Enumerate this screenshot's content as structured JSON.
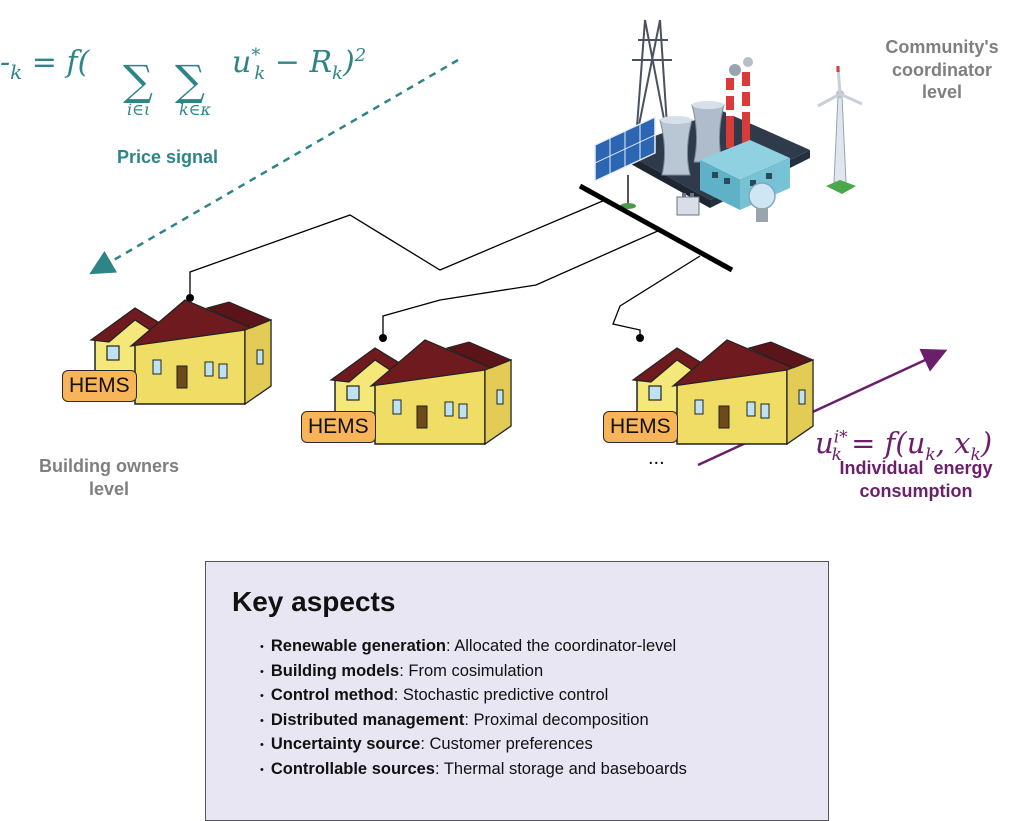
{
  "price": {
    "formula": "-ₖ = f(∑ ∑ u*ₖ − Rₖ)²",
    "sub_i": "i∈ι",
    "sub_k": "k∈κ",
    "label": "Price signal"
  },
  "coordinator_label": [
    "Community's",
    "coordinator",
    "level"
  ],
  "building_label": [
    "Building owners",
    "level"
  ],
  "hems_labels": [
    "HEMS",
    "HEMS",
    "HEMS"
  ],
  "ellipsis": "...",
  "individual": {
    "formula": "uₖ^{i*} = f(uₖ, xₖ)",
    "label": [
      "Individual  energy",
      "consumption"
    ]
  },
  "key_aspects": {
    "title": "Key aspects",
    "items": [
      {
        "term": "Renewable generation",
        "desc": ": Allocated the coordinator-level"
      },
      {
        "term": "Building models",
        "desc": ": From cosimulation"
      },
      {
        "term": "Control method",
        "desc": ": Stochastic predictive control"
      },
      {
        "term": "Distributed management",
        "desc": ": Proximal decomposition"
      },
      {
        "term": "Uncertainty source",
        "desc": ": Customer preferences"
      },
      {
        "term": "Controllable sources",
        "desc": ": Thermal storage and baseboards"
      }
    ]
  },
  "colors": {
    "price": "#2e8587",
    "individual": "#6b1f6b",
    "grey_label": "#7f7f7f",
    "roof": "#6e1a1f",
    "wall": "#f5e87a",
    "hems": "#f7b458"
  }
}
